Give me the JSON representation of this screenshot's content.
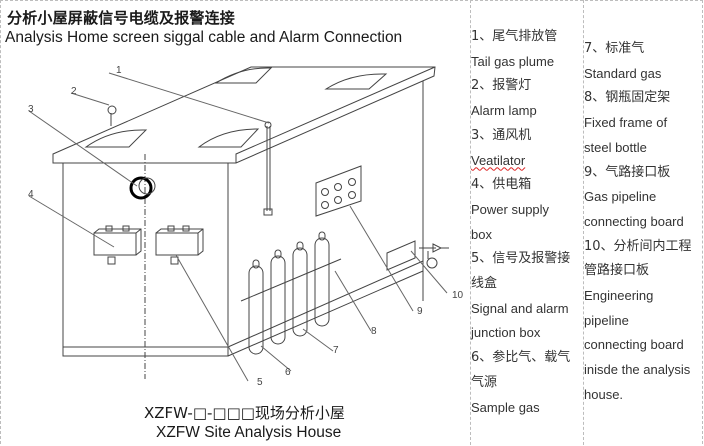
{
  "figure": {
    "title_zh": "分析小屋屏蔽信号电缆及报警连接",
    "title_en": "Analysis Home screen siggal cable and Alarm Connection",
    "caption_zh": "XZFW-□-□□□现场分析小屋",
    "caption_en": "XZFW Site Analysis House",
    "callouts": [
      "1",
      "2",
      "3",
      "4",
      "5",
      "6",
      "7",
      "8",
      "9",
      "10"
    ]
  },
  "legend_left": [
    {
      "zh": "1、尾气排放管",
      "en": [
        "Tail gas plume"
      ]
    },
    {
      "zh": "2、报警灯",
      "en": [
        "Alarm lamp"
      ]
    },
    {
      "zh": "3、通风机",
      "en": [
        "Veatilator"
      ]
    },
    {
      "zh": "4、供电箱",
      "en": [
        "Power supply",
        "box"
      ]
    },
    {
      "zh_lines": [
        "5、信号及报警接",
        "线盒"
      ],
      "en": [
        "Signal and alarm",
        "junction box"
      ]
    },
    {
      "zh_lines": [
        "6、参比气、载气",
        "气源"
      ],
      "en": [
        "Sample gas"
      ]
    }
  ],
  "legend_right": [
    {
      "zh": "7、标准气",
      "en": [
        "Standard gas"
      ]
    },
    {
      "zh": "8、钢瓶固定架",
      "en": [
        "Fixed frame of",
        "steel bottle"
      ]
    },
    {
      "zh": "9、气路接口板",
      "en": [
        "Gas pipeline",
        "connecting board"
      ]
    },
    {
      "zh_lines": [
        "10、分析间内工程",
        "管路接口板"
      ],
      "en": [
        "Engineering",
        "pipeline",
        "connecting board",
        "inisde the analysis",
        "house."
      ]
    }
  ]
}
